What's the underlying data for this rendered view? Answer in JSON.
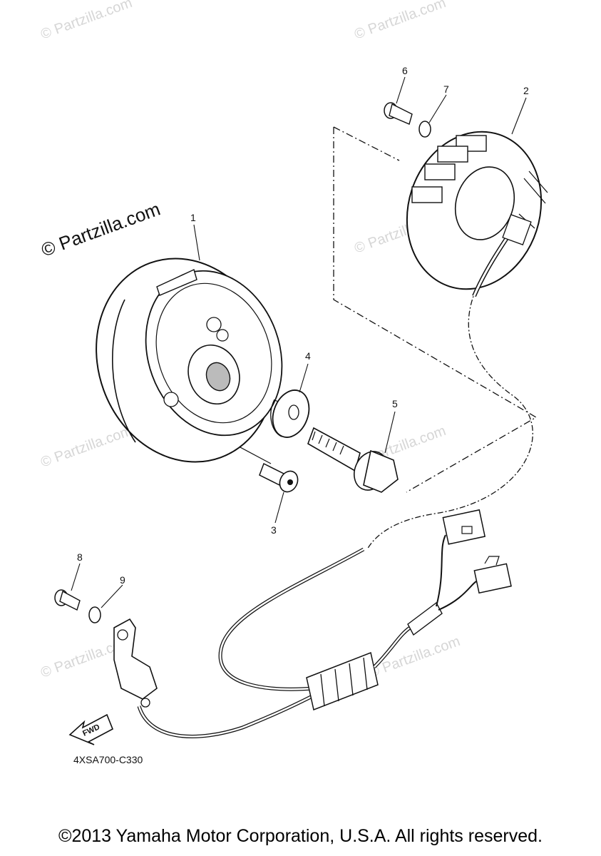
{
  "watermark": {
    "text": "© Partzilla.com",
    "main_text": "© Partzilla.com"
  },
  "callouts": {
    "c1": "1",
    "c2": "2",
    "c3": "3",
    "c4": "4",
    "c5": "5",
    "c6": "6",
    "c7": "7",
    "c8": "8",
    "c9": "9"
  },
  "fwd_label": "FWD",
  "diagram_code": "4XSA700-C330",
  "copyright": "©2013 Yamaha Motor Corporation, U.S.A. All rights reserved."
}
